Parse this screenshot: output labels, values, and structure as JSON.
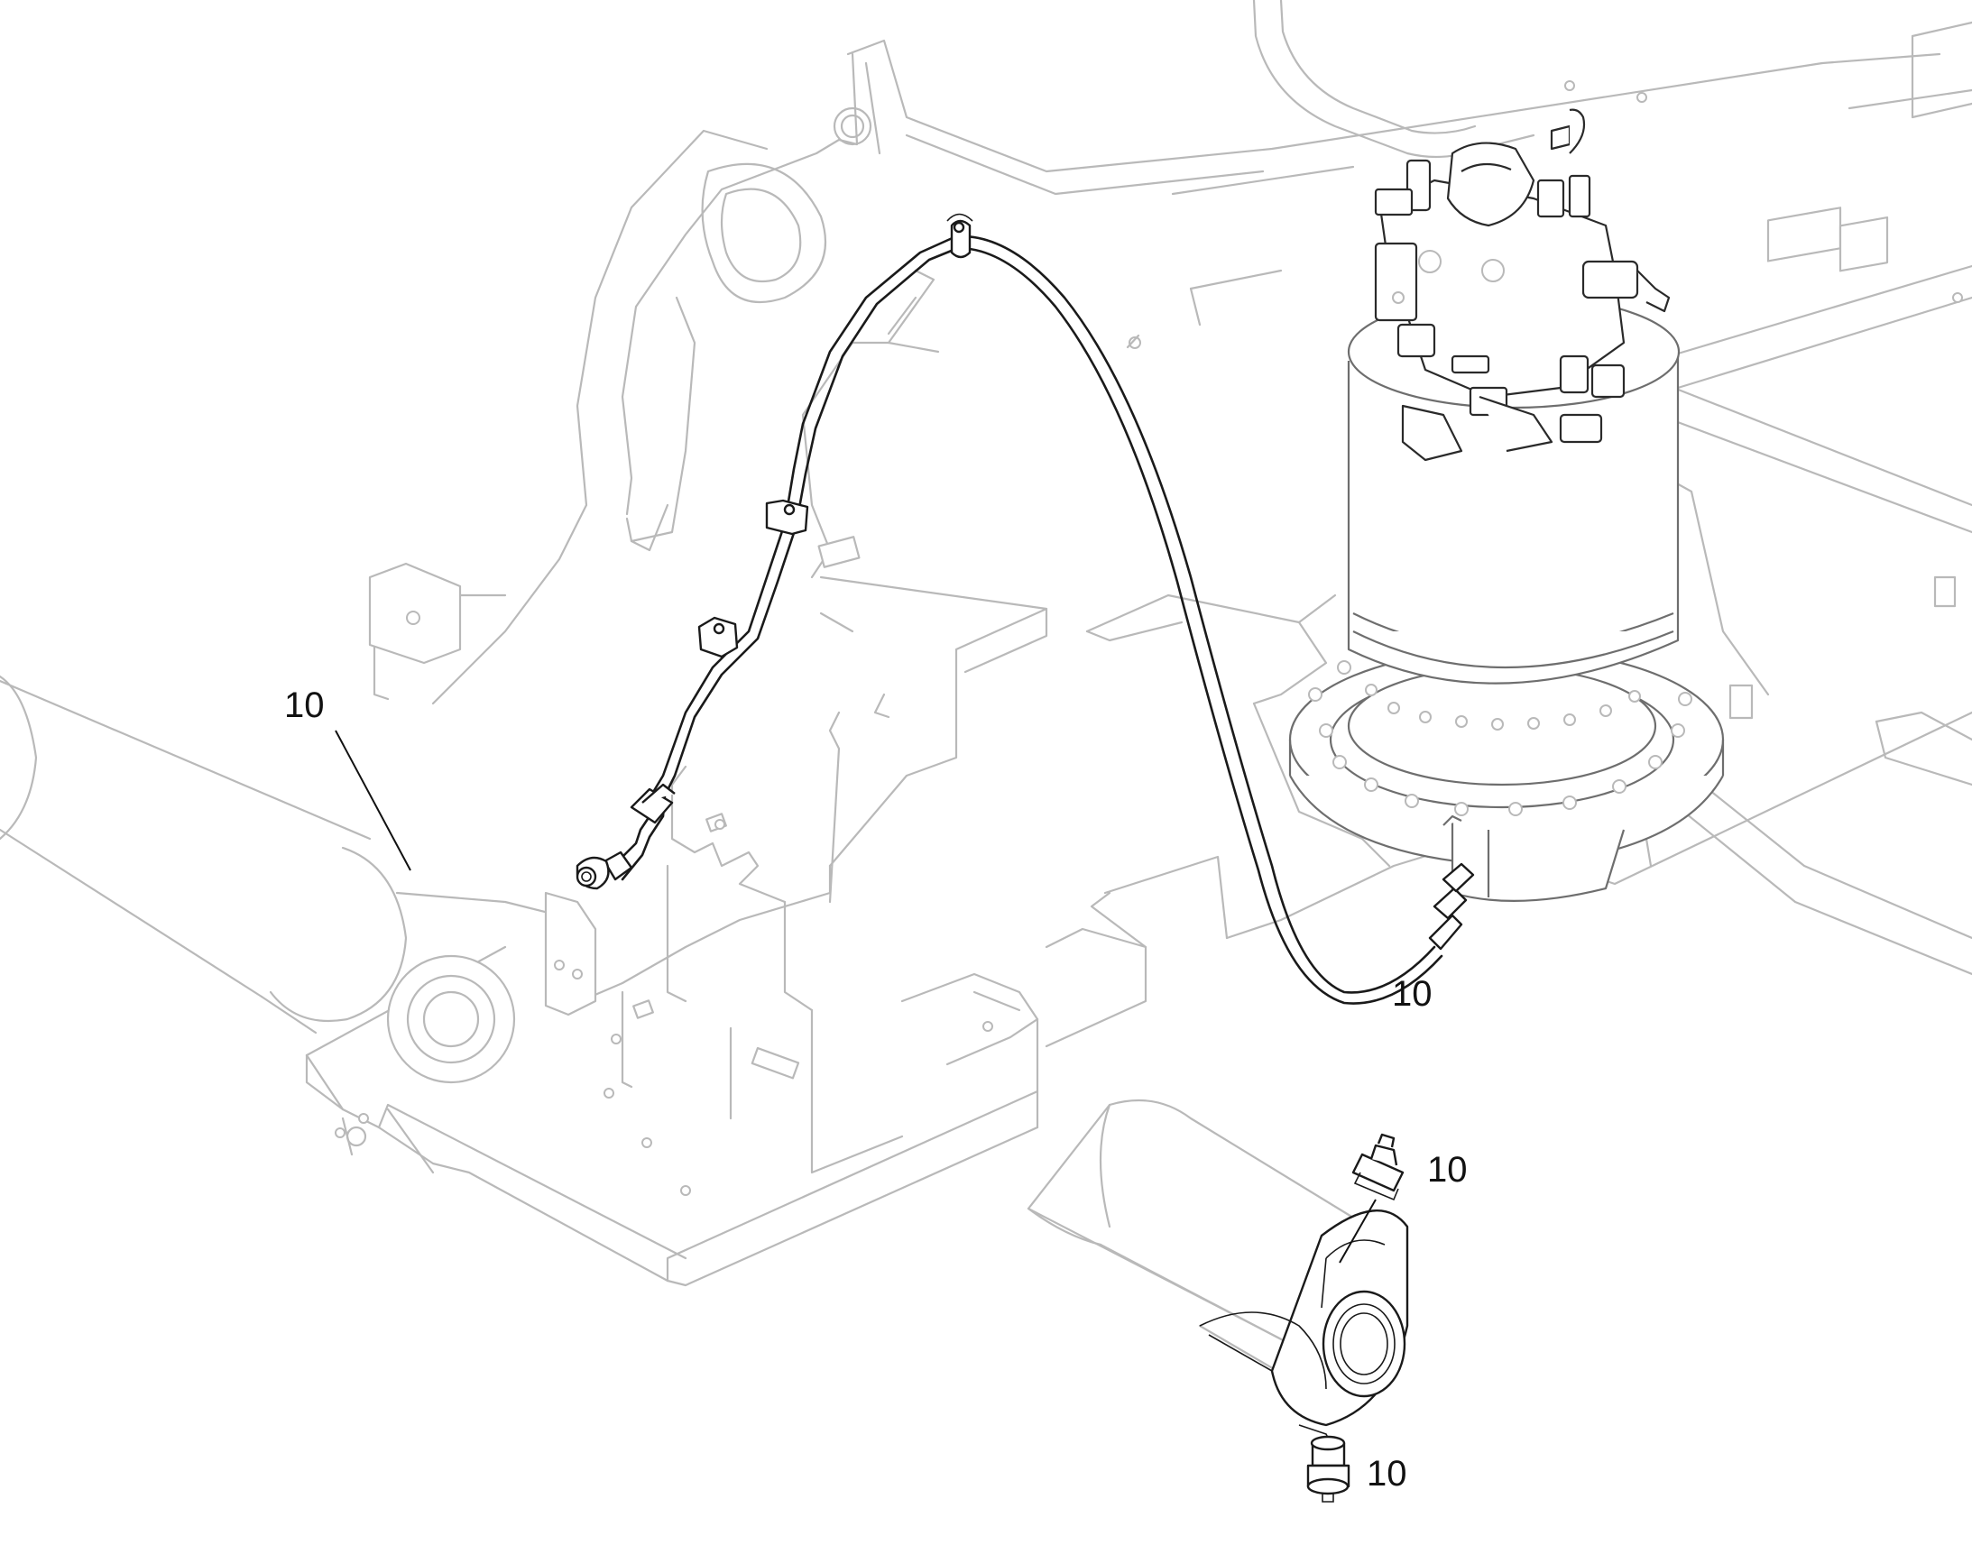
{
  "callouts": [
    {
      "id": "c1",
      "label": "10"
    },
    {
      "id": "c2",
      "label": "10"
    },
    {
      "id": "c3",
      "label": "10"
    },
    {
      "id": "c4",
      "label": "10"
    }
  ],
  "colors": {
    "background": "#ffffff",
    "ghost_line": "#b9b9b9",
    "highlight_line": "#1a1a1a"
  }
}
